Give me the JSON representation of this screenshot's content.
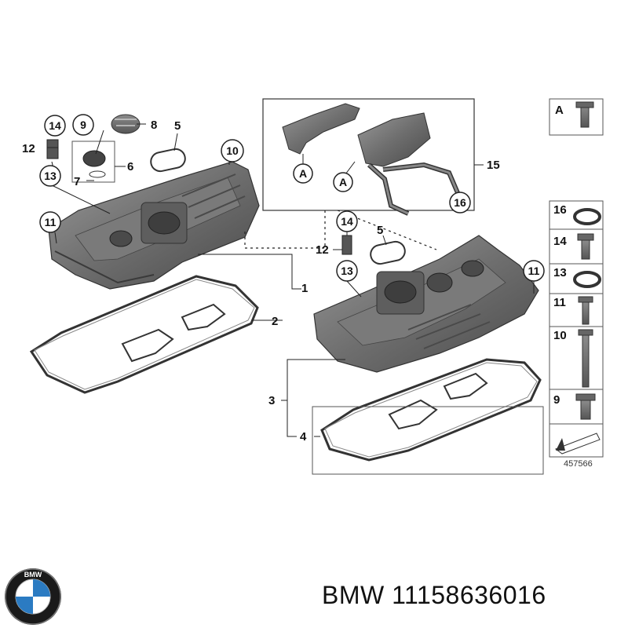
{
  "diagram": {
    "callouts": {
      "c14a": "14",
      "c9": "9",
      "c8": "8",
      "c5a": "5",
      "c10": "10",
      "c12a": "12",
      "c6": "6",
      "c13a": "13",
      "c7": "7",
      "c11a": "11",
      "c1": "1",
      "c2": "2",
      "cA1": "A",
      "cA2": "A",
      "c15": "15",
      "c16": "16",
      "c14b": "14",
      "c5b": "5",
      "c12b": "12",
      "c13b": "13",
      "c11b": "11",
      "c3": "3",
      "c4": "4"
    },
    "legend": {
      "a_label": "A",
      "items": [
        {
          "num": "16",
          "icon": "seal-ring-icon"
        },
        {
          "num": "14",
          "icon": "bolt-icon"
        },
        {
          "num": "13",
          "icon": "seal-ring-icon"
        },
        {
          "num": "11",
          "icon": "long-bolt-icon"
        },
        {
          "num": "10",
          "icon": "stud-bolt-icon"
        },
        {
          "num": "9",
          "icon": "bolt-icon"
        }
      ],
      "ref_number": "457566"
    }
  },
  "footer": {
    "brand": "BMW",
    "part_number": "11158636016",
    "logo_letters": "BMW"
  }
}
